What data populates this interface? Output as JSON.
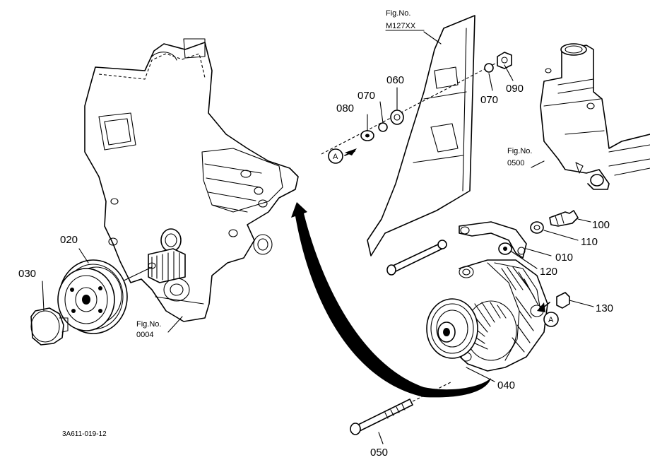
{
  "diagram": {
    "drawing_code": "3A611-019-12",
    "part_labels": {
      "p010": "010",
      "p020": "020",
      "p030": "030",
      "p040": "040",
      "p050": "050",
      "p060": "060",
      "p070a": "070",
      "p070b": "070",
      "p080": "080",
      "p090": "090",
      "p100": "100",
      "p110": "110",
      "p120": "120",
      "p130": "130"
    },
    "fig_refs": {
      "f0004": {
        "caption": "Fig.No.",
        "number": "0004"
      },
      "fm127": {
        "caption": "Fig.No.",
        "number": "M127XX"
      },
      "f0500": {
        "caption": "Fig.No.",
        "number": "0500"
      }
    },
    "ref_markers": {
      "a1": "A",
      "a2": "A"
    }
  }
}
